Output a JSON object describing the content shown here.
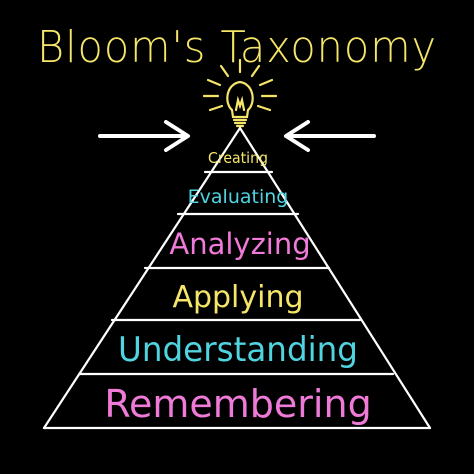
{
  "title": "Bloom's Taxonomy",
  "levels": [
    {
      "label": "Creating",
      "color": "#f5e66a"
    },
    {
      "label": "Evaluating",
      "color": "#4fd4e0"
    },
    {
      "label": "Analyzing",
      "color": "#f07ad8"
    },
    {
      "label": "Applying",
      "color": "#f5e66a"
    },
    {
      "label": "Understanding",
      "color": "#4fd4e0"
    },
    {
      "label": "Remembering",
      "color": "#f07ad8"
    }
  ],
  "colors": {
    "background": "#000000",
    "title": "#f5e66a",
    "lines": "#ffffff",
    "lightbulb": "#f5e66a",
    "arrows": "#ffffff"
  },
  "icons": {
    "top": "lightbulb-icon",
    "left_arrow": "arrow-right-icon",
    "right_arrow": "arrow-left-icon"
  }
}
